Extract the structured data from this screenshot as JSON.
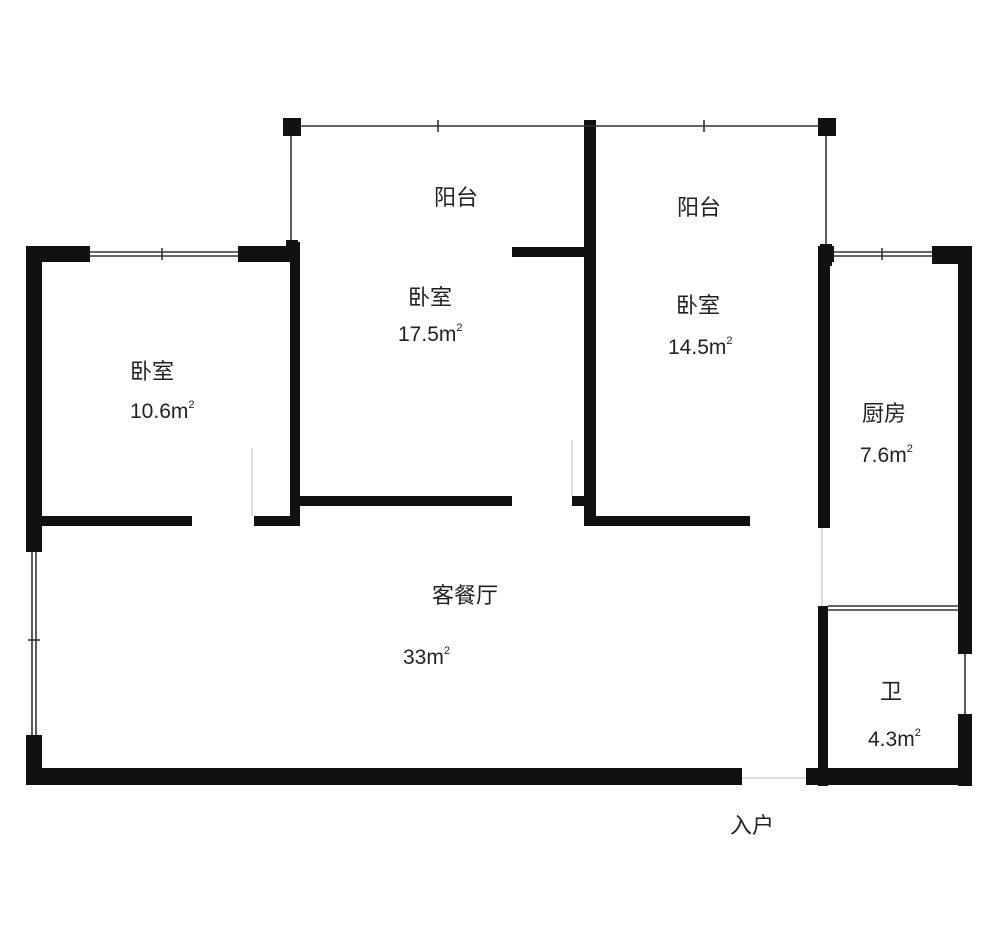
{
  "rooms": {
    "balcony_left": {
      "name": "阳台"
    },
    "balcony_right": {
      "name": "阳台"
    },
    "bedroom_left": {
      "name": "卧室",
      "area": "10.6",
      "unit": "m",
      "sup": "2"
    },
    "bedroom_center": {
      "name": "卧室",
      "area": "17.5",
      "unit": "m",
      "sup": "2"
    },
    "bedroom_right": {
      "name": "卧室",
      "area": "14.5",
      "unit": "m",
      "sup": "2"
    },
    "kitchen": {
      "name": "厨房",
      "area": "7.6",
      "unit": "m",
      "sup": "2"
    },
    "living_dining": {
      "name": "客餐厅",
      "area": "33",
      "unit": "m",
      "sup": "2"
    },
    "bathroom": {
      "name": "卫",
      "area": "4.3",
      "unit": "m",
      "sup": "2"
    }
  },
  "entrance": {
    "label": "入户"
  },
  "colors": {
    "wall": "#111111",
    "thin": "#444444",
    "background": "#ffffff"
  }
}
